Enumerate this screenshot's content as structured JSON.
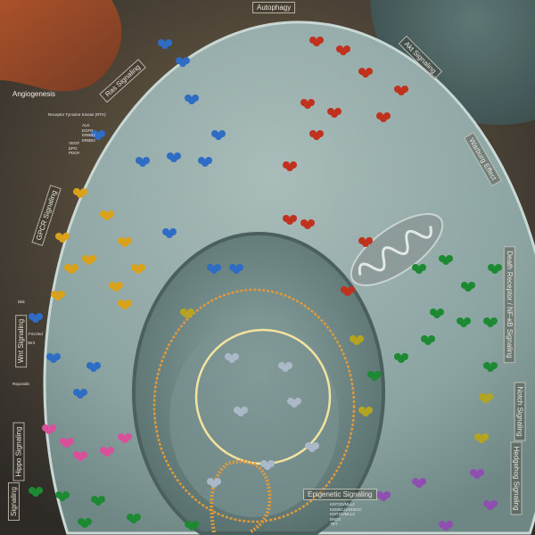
{
  "pathway_labels": {
    "autophagy": "Autophagy",
    "ras": "Ras Signaling",
    "akt": "Akt Signaling",
    "warburg": "Warburg Effect",
    "gpcr": "GPCR Signaling",
    "wnt": "Wnt Signaling",
    "hippo": "Hippo Signaling",
    "jak": "Signaling",
    "death_receptor": "Death Receptor / NF-κB Signaling",
    "notch": "Notch Signaling",
    "hedgehog": "Hedgehog Signaling",
    "epigenetic": "Epigenetic Signaling"
  },
  "annotations": {
    "angiogenesis": "Angiogenesis",
    "rtk": "Receptor Tyrosine Kinase (RTK)",
    "rtk_ligands": [
      "VEGF",
      "EPO",
      "PDGF"
    ],
    "rtk_members": [
      "ALK",
      "EGFR",
      "ERBB2",
      "ERBB3"
    ],
    "wnt_components": [
      "Dkk",
      "Frizzled",
      "Wnt",
      "Rspondin"
    ],
    "epigenetic_genes": [
      "KMT2D/MLL2",
      "KDM5C/JARID1C",
      "KMT2C/MLL3",
      "BRD4",
      "TET"
    ]
  },
  "colors": {
    "background": "#3a3630",
    "cytoplasm": "#8fa8a6",
    "nucleus": "#6f8c8a",
    "ras_proteins": "#2f6cc4",
    "akt_proteins": "#c0321e",
    "gpcr_proteins": "#d9a21a",
    "death_receptor_proteins": "#1d8a33",
    "notch_proteins": "#b5a322",
    "hedgehog_proteins": "#8f4fb0",
    "hippo_proteins": "#d8509a",
    "nuclear_membrane": "#e09a3c",
    "cell_cycle_ring": "#f4e2a0"
  }
}
